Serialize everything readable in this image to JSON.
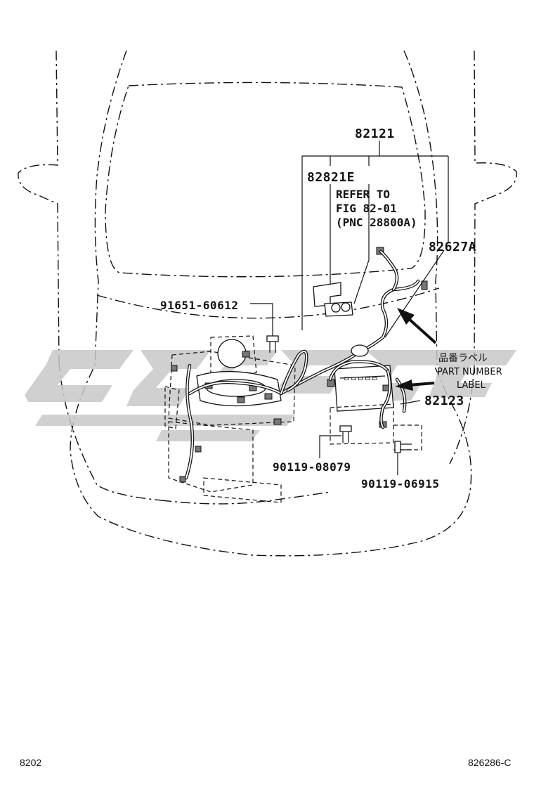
{
  "labels": {
    "harness_main": "82121",
    "harness_sub": "82821E",
    "refer_line1": "REFER TO",
    "refer_line2": "FIG 82-01",
    "refer_line3": "(PNC 28800A)",
    "wire_82627a": "82627A",
    "bolt_91651": "91651-60612",
    "label_jp": "品番ラベル",
    "label_en1": "PART NUMBER",
    "label_en2": "LABEL",
    "wire_82123": "82123",
    "bolt_90119_08079": "90119-08079",
    "bolt_90119_06915": "90119-06915"
  },
  "footer": {
    "left": "8202",
    "right": "826286-C"
  }
}
